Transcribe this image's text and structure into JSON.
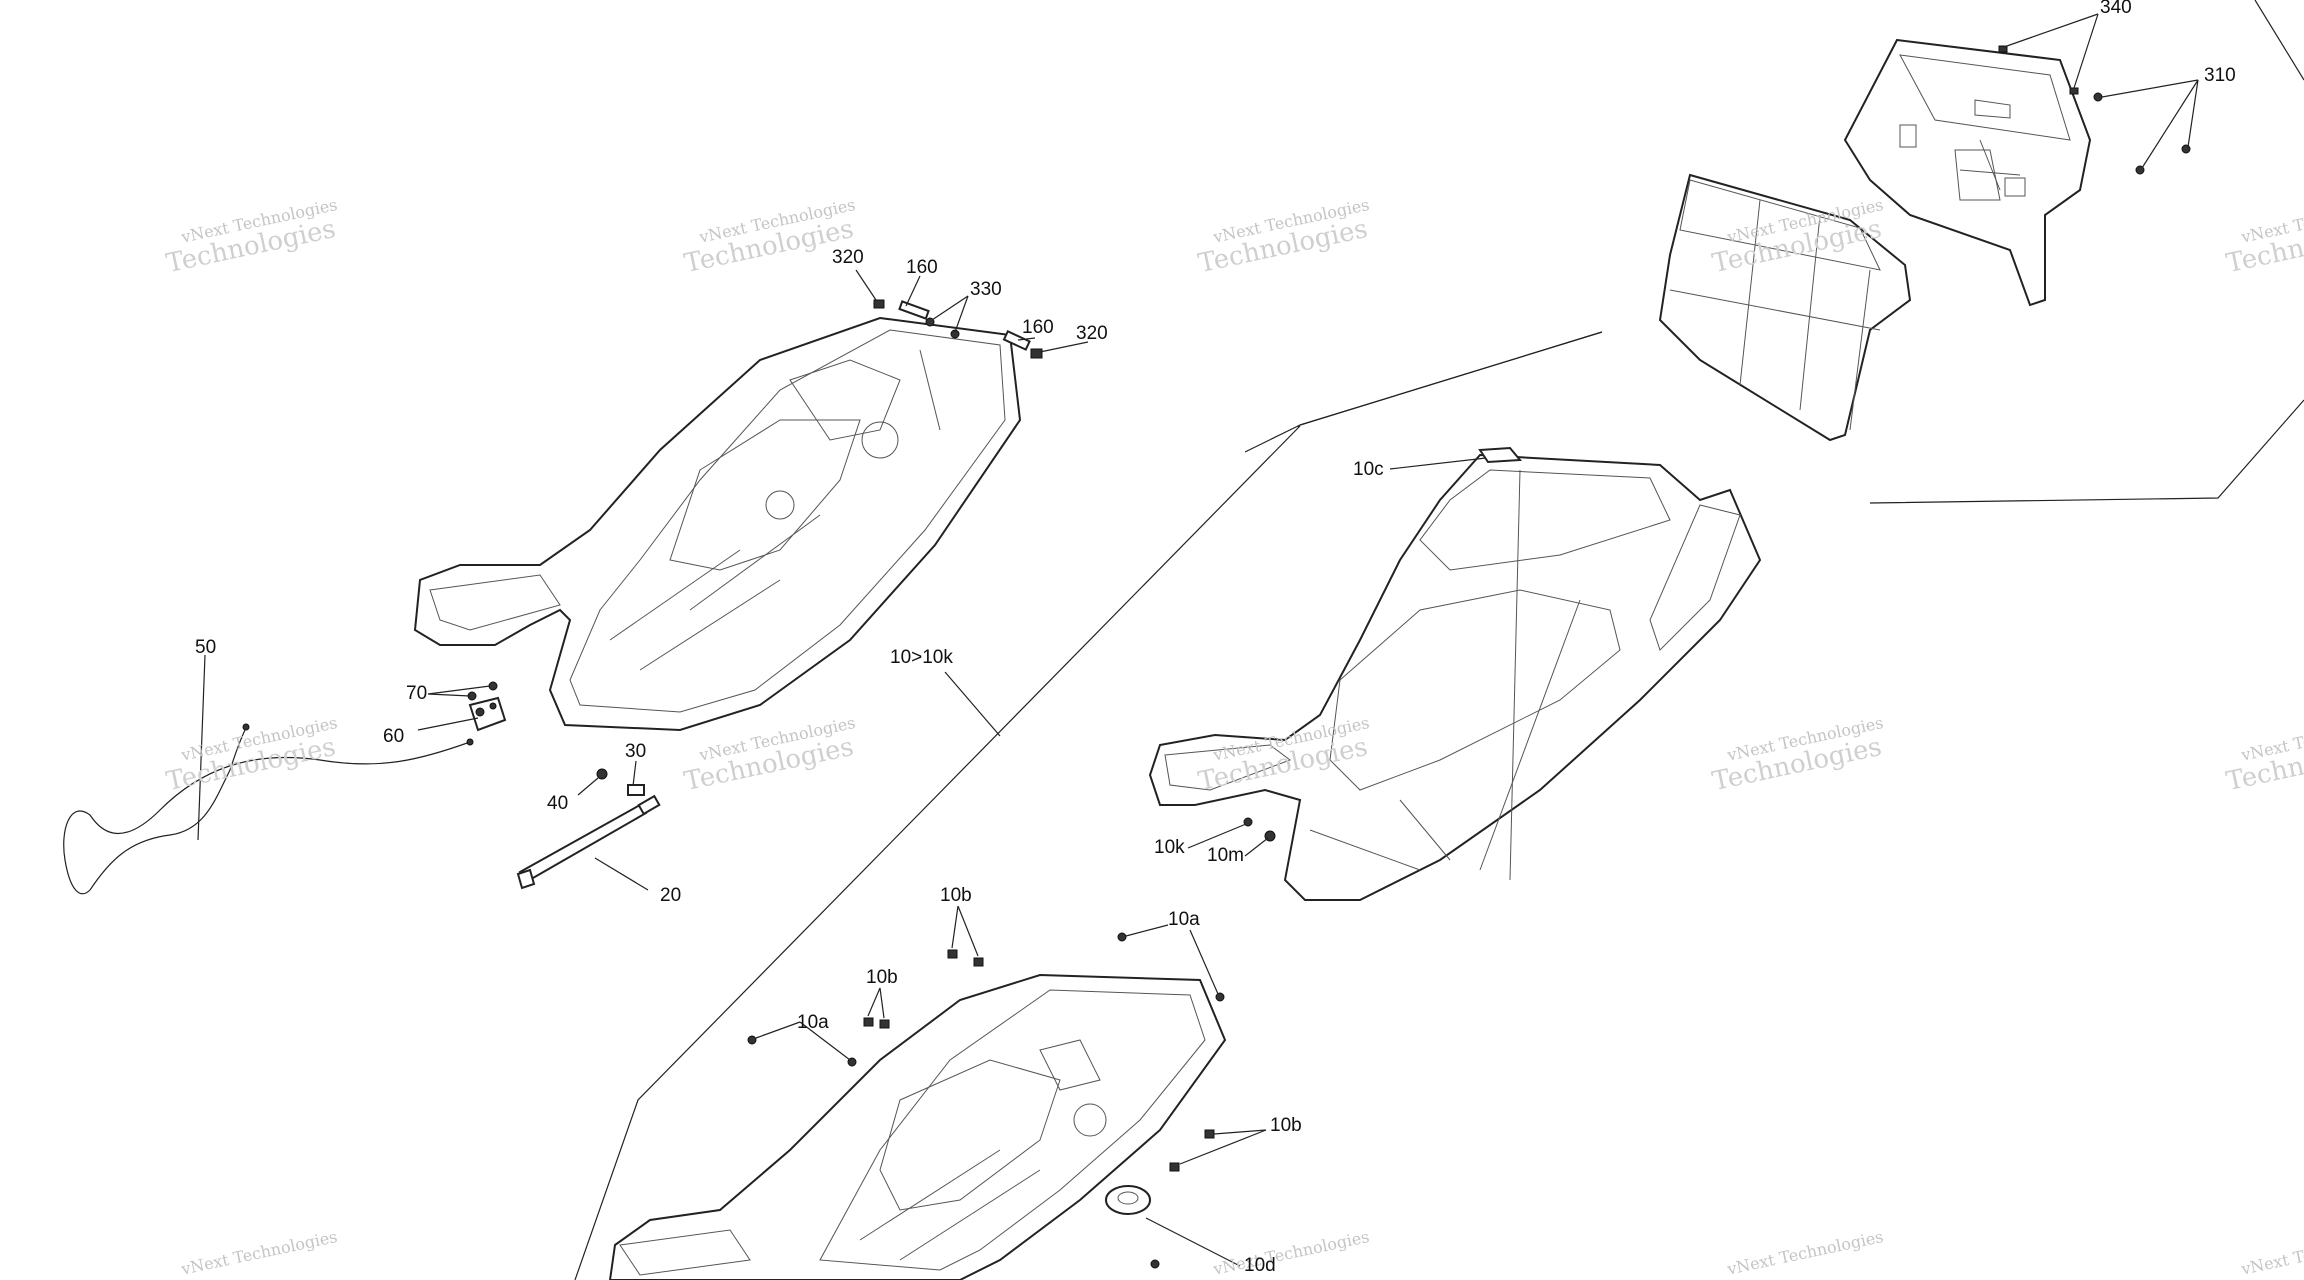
{
  "labels": {
    "l340": "340",
    "l310": "310",
    "l320a": "320",
    "l160a": "160",
    "l330": "330",
    "l160b": "160",
    "l320b": "320",
    "l10c": "10c",
    "l10to10k": "10>10k",
    "l50": "50",
    "l70": "70",
    "l60": "60",
    "l30": "30",
    "l40": "40",
    "l20": "20",
    "l10k": "10k",
    "l10m": "10m",
    "l10b1": "10b",
    "l10a1": "10a",
    "l10b2": "10b",
    "l10a2": "10a",
    "l10b3": "10b",
    "l10d": "10d"
  },
  "watermark": {
    "line1": "vNext Technologies",
    "line2": "Technologies"
  }
}
